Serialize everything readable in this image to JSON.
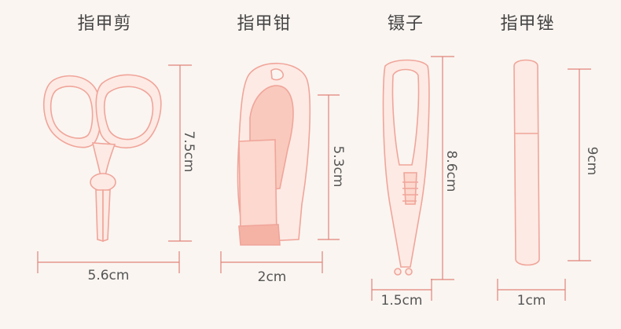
{
  "items": [
    {
      "name": "指甲剪",
      "height": "7.5cm",
      "width": "5.6cm"
    },
    {
      "name": "指甲钳",
      "height": "5.3cm",
      "width": "2cm"
    },
    {
      "name": "镊子",
      "height": "8.6cm",
      "width": "1.5cm"
    },
    {
      "name": "指甲锉",
      "height": "9cm",
      "width": "1cm"
    }
  ],
  "colors": {
    "outline": "#f0a59a",
    "fill": "#fde4dc",
    "dimline": "#e0837a"
  },
  "icons": [
    "scissors-icon",
    "nail-clipper-icon",
    "tweezers-icon",
    "nail-file-icon"
  ]
}
